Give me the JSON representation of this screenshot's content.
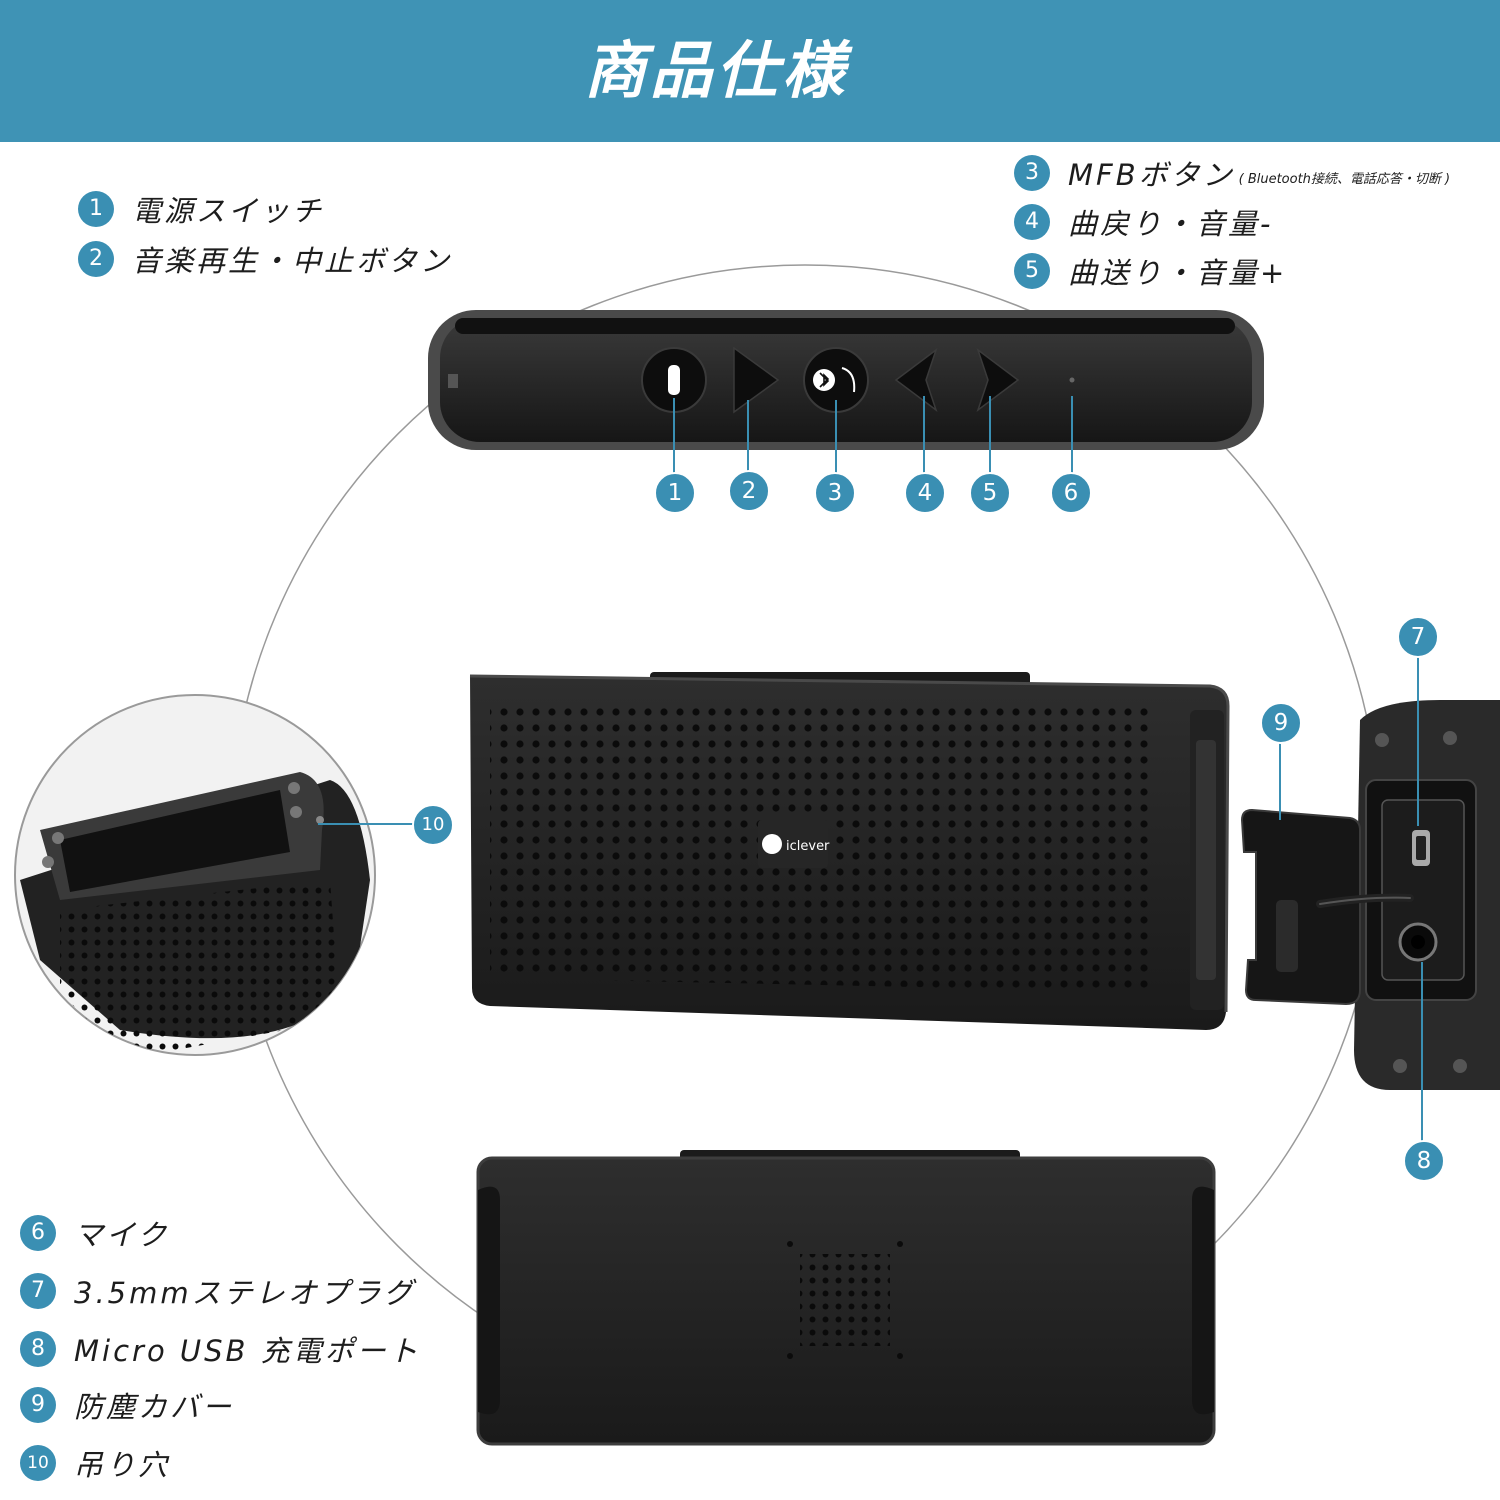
{
  "header": {
    "title": "商品仕様"
  },
  "specs_top_left": [
    {
      "num": "1",
      "label": "電源スイッチ"
    },
    {
      "num": "2",
      "label": "音楽再生・中止ボタン"
    }
  ],
  "specs_top_right": [
    {
      "num": "3",
      "label": "MFBボタン",
      "note": "( Bluetooth接続、電話応答・切断 )"
    },
    {
      "num": "4",
      "label": "曲戻り・音量-"
    },
    {
      "num": "5",
      "label": "曲送り・音量+"
    }
  ],
  "specs_bottom_left": [
    {
      "num": "6",
      "label": "マイク"
    },
    {
      "num": "7",
      "label": "3.5mmステレオプラグ"
    },
    {
      "num": "8",
      "label": "Micro USB 充電ポート"
    },
    {
      "num": "9",
      "label": "防塵カバー"
    },
    {
      "num": "10",
      "label": "吊り穴"
    }
  ],
  "callouts": [
    "1",
    "2",
    "3",
    "4",
    "5",
    "6",
    "7",
    "8",
    "9",
    "10"
  ],
  "brand": {
    "logo_text": "iclever"
  },
  "colors": {
    "accent": "#3f93b5",
    "badge": "#3a8fb3",
    "device": "#1c1c1c"
  }
}
